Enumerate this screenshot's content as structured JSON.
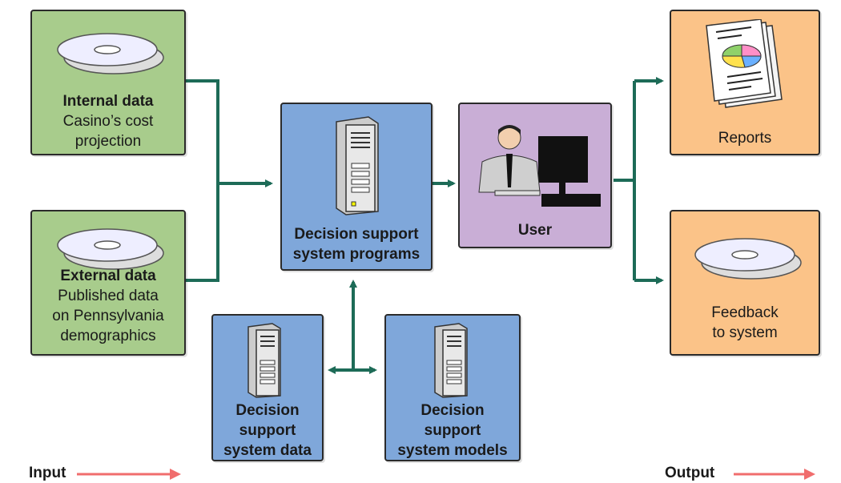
{
  "inputs": {
    "internal": {
      "title": "Internal data",
      "line1": "Casino’s cost",
      "line2": "projection"
    },
    "external": {
      "title": "External data",
      "line1": "Published data",
      "line2": "on Pennsylvania",
      "line3": "demographics"
    }
  },
  "center": {
    "programs": {
      "line1": "Decision support",
      "line2": "system programs"
    },
    "data": {
      "line1": "Decision",
      "line2": "support",
      "line3": "system data"
    },
    "models": {
      "line1": "Decision",
      "line2": "support",
      "line3": "system models"
    },
    "user": {
      "label": "User"
    }
  },
  "outputs": {
    "reports": {
      "label": "Reports"
    },
    "feedback": {
      "line1": "Feedback",
      "line2": "to system"
    }
  },
  "footer": {
    "input_label": "Input",
    "output_label": "Output"
  },
  "colors": {
    "connector": "#1d6b57",
    "footer_arrow": "#f06d6d",
    "input_box": "#a8cc8c",
    "system_box": "#7fa7da",
    "user_box": "#c9aed6",
    "output_box": "#fbc388"
  }
}
